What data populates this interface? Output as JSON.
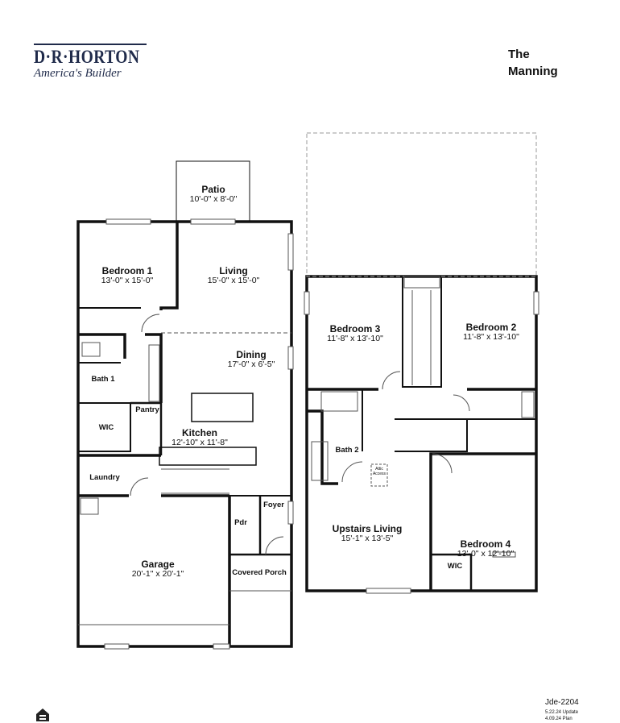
{
  "header": {
    "brand": "D·R·HORTON",
    "tagline": "America's Builder",
    "plan_title_line1": "The",
    "plan_title_line2": "Manning"
  },
  "first_floor": {
    "rooms": [
      {
        "name": "Patio",
        "dims": "10'-0\" x 8'-0\""
      },
      {
        "name": "Bedroom 1",
        "dims": "13'-0\" x 15'-0\""
      },
      {
        "name": "Living",
        "dims": "15'-0\" x 15'-0\""
      },
      {
        "name": "Dining",
        "dims": "17'-0\" x 6'-5\""
      },
      {
        "name": "Bath 1",
        "dims": ""
      },
      {
        "name": "WIC",
        "dims": ""
      },
      {
        "name": "Pantry",
        "dims": ""
      },
      {
        "name": "Kitchen",
        "dims": "12'-10\" x 11'-8\""
      },
      {
        "name": "Laundry",
        "dims": ""
      },
      {
        "name": "Foyer",
        "dims": ""
      },
      {
        "name": "Pdr",
        "dims": ""
      },
      {
        "name": "Garage",
        "dims": "20'-1\" x 20'-1\""
      },
      {
        "name": "Covered Porch",
        "dims": ""
      }
    ]
  },
  "second_floor": {
    "rooms": [
      {
        "name": "Bedroom 3",
        "dims": "11'-8\" x 13'-10\""
      },
      {
        "name": "Bedroom 2",
        "dims": "11'-8\" x 13'-10\""
      },
      {
        "name": "Bath 2",
        "dims": ""
      },
      {
        "name": "Attic Access",
        "dims": ""
      },
      {
        "name": "Bedroom 4",
        "dims": "13'-0\" x 12'-10\""
      },
      {
        "name": "Upstairs Living",
        "dims": "15'-1\" x 13'-5\""
      },
      {
        "name": "WIC",
        "dims": ""
      }
    ]
  },
  "footer": {
    "plan_code": "Jde-2204",
    "update_note": "5.22.24 Update",
    "plan_note": "4.09.24 Plan",
    "equal_housing_icon": "equal-housing-icon"
  }
}
